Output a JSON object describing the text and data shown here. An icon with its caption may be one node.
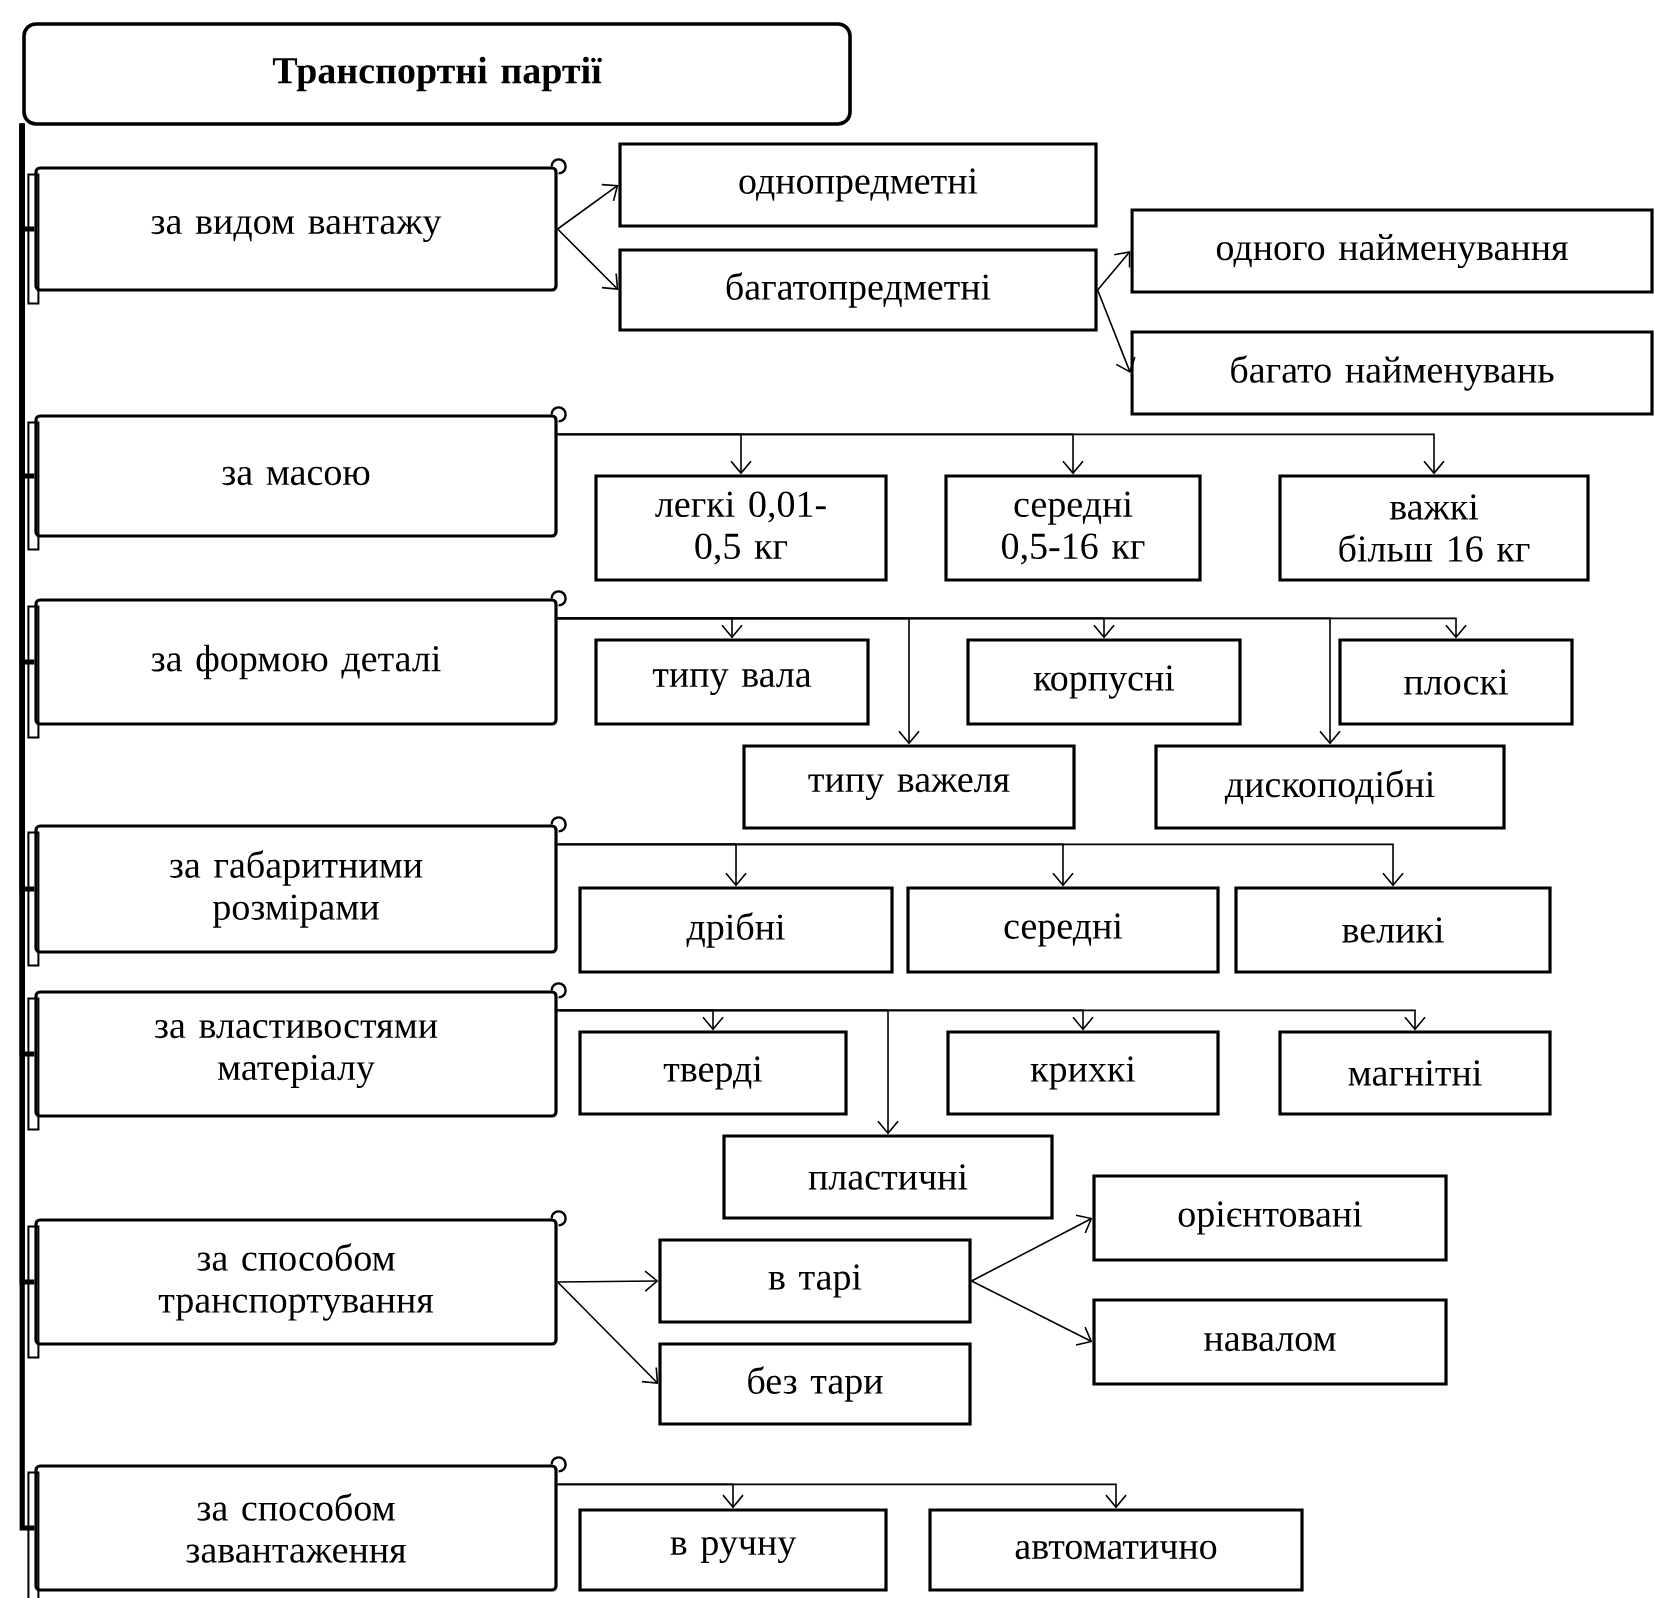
{
  "diagram": {
    "nodes": [
      {
        "text": [
          "Транспортні партії"
        ]
      },
      {
        "text": [
          "за видом вантажу"
        ]
      },
      {
        "text": [
          "однопредметні"
        ]
      },
      {
        "text": [
          "багатопредметні"
        ]
      },
      {
        "text": [
          "одного найменування"
        ]
      },
      {
        "text": [
          "багато найменувань"
        ]
      },
      {
        "text": [
          "за масою"
        ]
      },
      {
        "text": [
          "легкі 0,01- 0,5 кг"
        ]
      },
      {
        "text": [
          "середні 0,5-16 кг"
        ]
      },
      {
        "text": [
          "важкі більш 16 кг"
        ]
      },
      {
        "text": [
          "за формою деталі"
        ]
      },
      {
        "text": [
          "типу вала"
        ]
      },
      {
        "text": [
          "корпусні"
        ]
      },
      {
        "text": [
          "плоскі"
        ]
      },
      {
        "text": [
          "типу важеля"
        ]
      },
      {
        "text": [
          "дископодібні"
        ]
      },
      {
        "text": [
          "за габаритними розмірами"
        ]
      },
      {
        "text": [
          "дрібні"
        ]
      },
      {
        "text": [
          "середні"
        ]
      },
      {
        "text": [
          "великі"
        ]
      },
      {
        "text": [
          "за властивостями матеріалу"
        ]
      },
      {
        "text": [
          "тверді"
        ]
      },
      {
        "text": [
          "крихкі"
        ]
      },
      {
        "text": [
          "магнітні"
        ]
      },
      {
        "text": [
          "пластичні"
        ]
      },
      {
        "text": [
          "за способом транспортування"
        ]
      },
      {
        "text": [
          "в тарі"
        ]
      },
      {
        "text": [
          "без тари"
        ]
      },
      {
        "text": [
          "орієнтовані"
        ]
      },
      {
        "text": [
          "навалом"
        ]
      },
      {
        "text": [
          "за способом завантаження"
        ]
      },
      {
        "text": [
          "в ручну"
        ]
      },
      {
        "text": [
          "автоматично"
        ]
      }
    ],
    "edges": [
      {
        "from": 0,
        "to": 1,
        "arrow": "none",
        "style": "thick"
      },
      {
        "from": 0,
        "to": 6,
        "arrow": "none",
        "style": "thick"
      },
      {
        "from": 0,
        "to": 10,
        "arrow": "none",
        "style": "thick"
      },
      {
        "from": 0,
        "to": 16,
        "arrow": "none",
        "style": "thick"
      },
      {
        "from": 0,
        "to": 20,
        "arrow": "none",
        "style": "thick"
      },
      {
        "from": 0,
        "to": 25,
        "arrow": "none",
        "style": "thick"
      },
      {
        "from": 0,
        "to": 30,
        "arrow": "none",
        "style": "thick"
      },
      {
        "from": 1,
        "to": 2,
        "arrow": "to"
      },
      {
        "from": 1,
        "to": 3,
        "arrow": "to"
      },
      {
        "from": 3,
        "to": 4,
        "arrow": "to"
      },
      {
        "from": 3,
        "to": 5,
        "arrow": "to"
      },
      {
        "from": 6,
        "to": 7,
        "arrow": "to"
      },
      {
        "from": 6,
        "to": 8,
        "arrow": "to"
      },
      {
        "from": 6,
        "to": 9,
        "arrow": "to"
      },
      {
        "from": 10,
        "to": 11,
        "arrow": "to"
      },
      {
        "from": 10,
        "to": 14,
        "arrow": "to"
      },
      {
        "from": 10,
        "to": 12,
        "arrow": "to"
      },
      {
        "from": 10,
        "to": 15,
        "arrow": "to"
      },
      {
        "from": 10,
        "to": 13,
        "arrow": "to"
      },
      {
        "from": 16,
        "to": 17,
        "arrow": "to"
      },
      {
        "from": 16,
        "to": 18,
        "arrow": "to"
      },
      {
        "from": 16,
        "to": 19,
        "arrow": "to"
      },
      {
        "from": 20,
        "to": 21,
        "arrow": "to"
      },
      {
        "from": 20,
        "to": 24,
        "arrow": "to"
      },
      {
        "from": 20,
        "to": 22,
        "arrow": "to"
      },
      {
        "from": 20,
        "to": 23,
        "arrow": "to"
      },
      {
        "from": 25,
        "to": 26,
        "arrow": "to"
      },
      {
        "from": 25,
        "to": 27,
        "arrow": "to"
      },
      {
        "from": 26,
        "to": 28,
        "arrow": "to"
      },
      {
        "from": 26,
        "to": 29,
        "arrow": "to"
      },
      {
        "from": 30,
        "to": 31,
        "arrow": "to"
      },
      {
        "from": 30,
        "to": 32,
        "arrow": "to"
      }
    ]
  }
}
